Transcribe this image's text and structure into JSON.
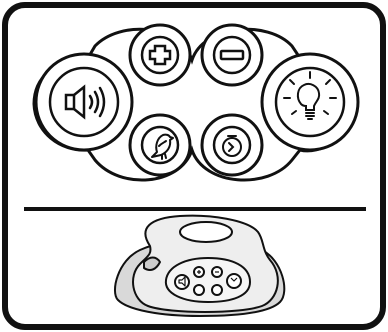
{
  "panel": {
    "controls": [
      {
        "id": "volume",
        "icon": "speaker-volume-icon"
      },
      {
        "id": "plus",
        "icon": "plus-icon"
      },
      {
        "id": "minus",
        "icon": "minus-icon"
      },
      {
        "id": "light",
        "icon": "lightbulb-icon"
      },
      {
        "id": "bird",
        "icon": "bird-icon"
      },
      {
        "id": "timer",
        "icon": "timer-icon"
      }
    ]
  },
  "device": {
    "illustration": "sound-device-illustration"
  },
  "colors": {
    "stroke": "#111111",
    "background": "#ffffff",
    "device_fill": "#e6e6e6"
  }
}
